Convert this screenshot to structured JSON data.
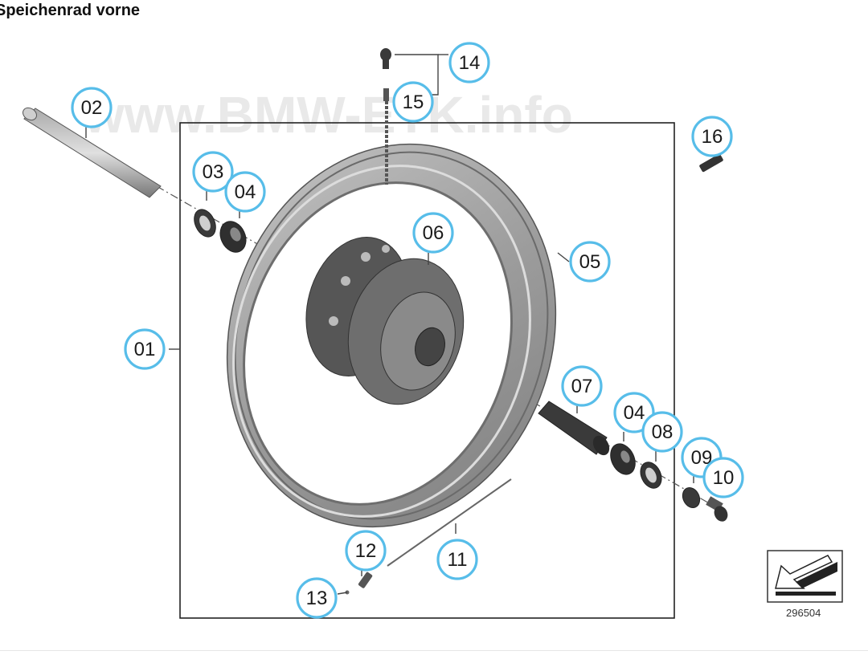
{
  "title": "Speichenrad vorne",
  "watermark": "www.BMW-ETK.info",
  "reference_number": "296504",
  "callouts": [
    {
      "id": "01",
      "label": "01"
    },
    {
      "id": "02",
      "label": "02"
    },
    {
      "id": "03",
      "label": "03"
    },
    {
      "id": "04a",
      "label": "04"
    },
    {
      "id": "05",
      "label": "05"
    },
    {
      "id": "06",
      "label": "06"
    },
    {
      "id": "07",
      "label": "07"
    },
    {
      "id": "04b",
      "label": "04"
    },
    {
      "id": "08",
      "label": "08"
    },
    {
      "id": "09",
      "label": "09"
    },
    {
      "id": "10",
      "label": "10"
    },
    {
      "id": "11",
      "label": "11"
    },
    {
      "id": "12",
      "label": "12"
    },
    {
      "id": "13",
      "label": "13"
    },
    {
      "id": "14",
      "label": "14"
    },
    {
      "id": "15",
      "label": "15"
    },
    {
      "id": "16",
      "label": "16"
    }
  ],
  "colors": {
    "callout_border": "#57bde9",
    "part_grey": "#9a9a9a",
    "hub_dark": "#5a5a5a"
  },
  "icons": [
    "orientation-arrow-icon"
  ]
}
